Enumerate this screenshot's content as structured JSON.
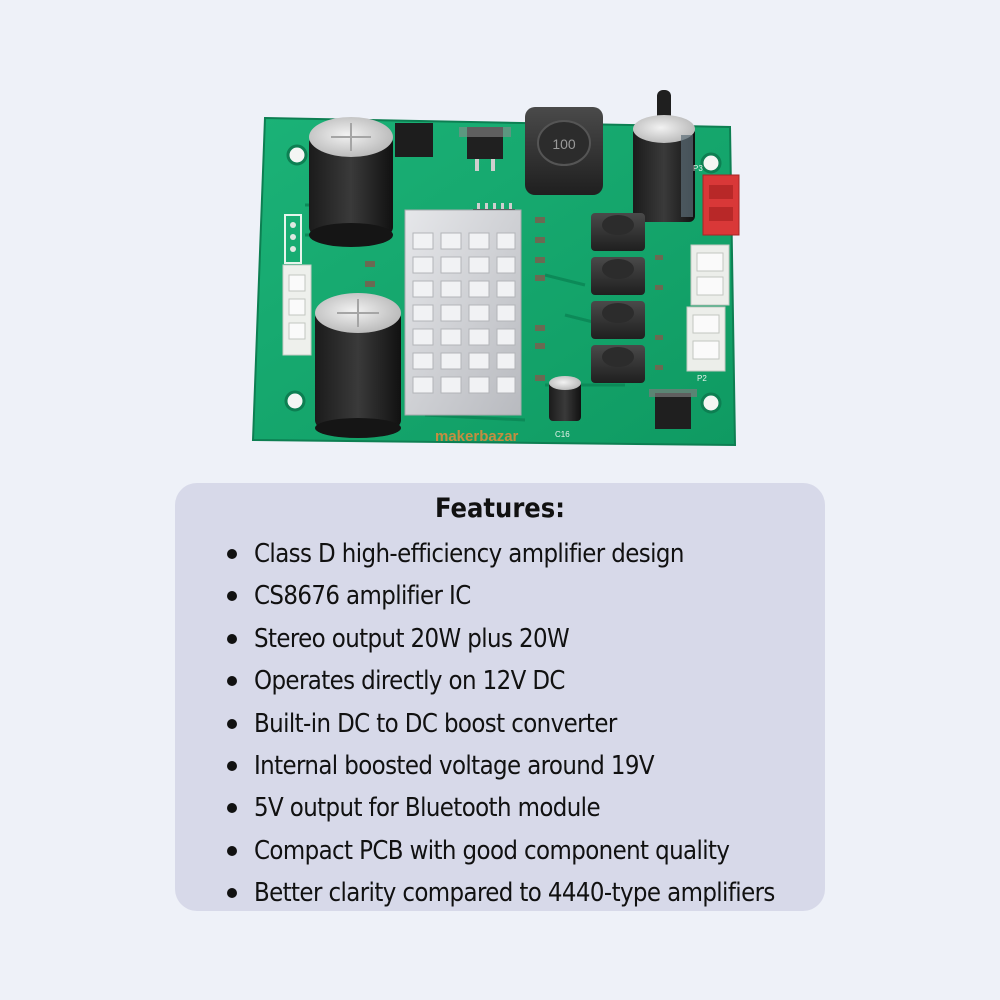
{
  "product": {
    "brand_watermark": "makerbazar",
    "board_markings": {
      "inductor_marking": "100",
      "capacitor_small_label": "C16",
      "connector_label_1": "P2",
      "connector_label_2": "P3"
    },
    "pcb_color": "#13a36b",
    "heatsink_color": "#c9cbcf"
  },
  "features": {
    "title": "Features:",
    "items": [
      "Class D high-efficiency amplifier design",
      "CS8676 amplifier IC",
      "Stereo output 20W plus 20W",
      "Operates directly on 12V DC",
      "Built-in DC to DC boost converter",
      "Internal boosted voltage around 19V",
      "5V output for Bluetooth module",
      "Compact PCB with good component quality",
      "Better clarity compared to 4440-type amplifiers"
    ]
  },
  "colors": {
    "background": "#eef1f8",
    "card": "#d7d9e9",
    "text": "#111111"
  }
}
